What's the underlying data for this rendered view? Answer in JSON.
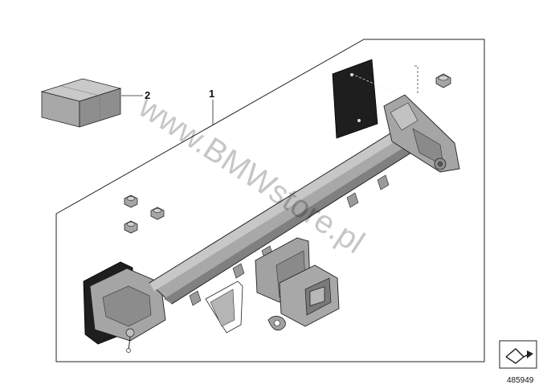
{
  "callouts": {
    "item_1": "1",
    "item_2": "2"
  },
  "document_number": "485949",
  "watermark": "www.BMWstore.pl",
  "colors": {
    "part_fill": "#9a9a9a",
    "part_light": "#c4c4c4",
    "part_dark": "#6e6e6e",
    "plate_fill": "#1e1e1e",
    "outline": "#222222"
  },
  "icons": {
    "nav": "arrow-icon"
  }
}
